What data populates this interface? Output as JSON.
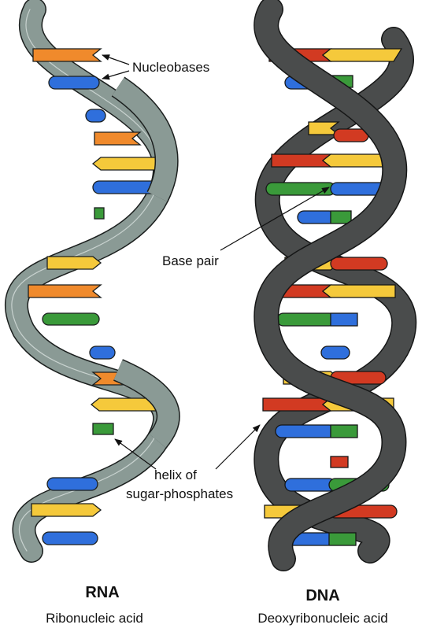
{
  "labels": {
    "nucleobases": "Nucleobases",
    "base_pair": "Base pair",
    "helix_line1": "helix of",
    "helix_line2": "sugar-phosphates"
  },
  "rna": {
    "title": "RNA",
    "subtitle": "Ribonucleic acid"
  },
  "dna": {
    "title": "DNA",
    "subtitle": "Deoxyribonucleic acid"
  },
  "colors": {
    "rna_backbone": "#8a9a95",
    "dna_backbone": "#4a4c4c",
    "orange": "#f08a2c",
    "blue": "#2f6fdc",
    "yellow": "#f5c93b",
    "green": "#3a9a3a",
    "red": "#d23a22"
  }
}
